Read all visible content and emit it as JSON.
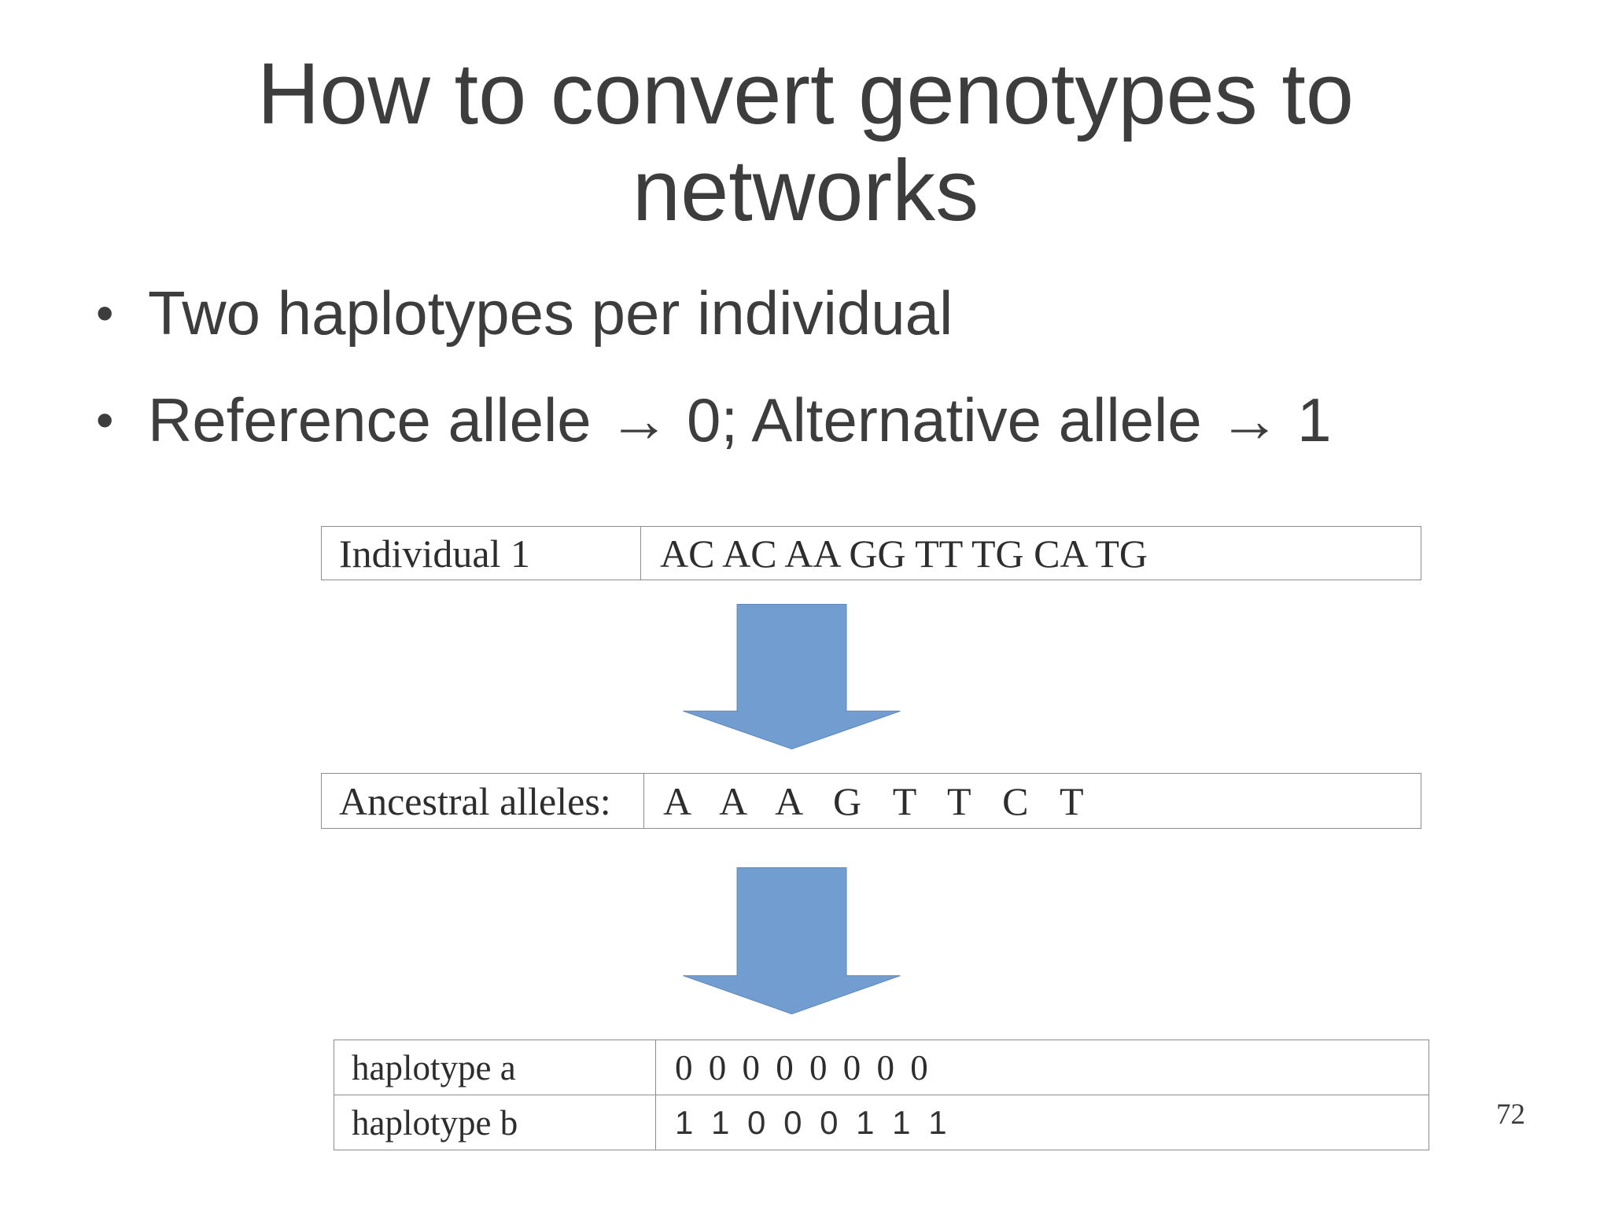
{
  "slide": {
    "title_line1": "How to convert genotypes to",
    "title_line2": "networks",
    "page_number": "72"
  },
  "bullets": {
    "marker": "•",
    "items": [
      "Two haplotypes per individual",
      "Reference allele → 0; Alternative allele → 1"
    ]
  },
  "diagram": {
    "individual_table": {
      "label": "Individual 1",
      "value": "AC AC AA GG TT TG CA TG"
    },
    "ancestral_table": {
      "label": "Ancestral alleles:",
      "value": "A A A G T T C T"
    },
    "haplotype_table": {
      "rows": [
        {
          "label": "haplotype a",
          "value": "0 0 0 0 0 0 0 0"
        },
        {
          "label": "haplotype b",
          "value": "1 1 0 0 0 1 1 1"
        }
      ]
    },
    "arrow_color": "#719dd0"
  }
}
